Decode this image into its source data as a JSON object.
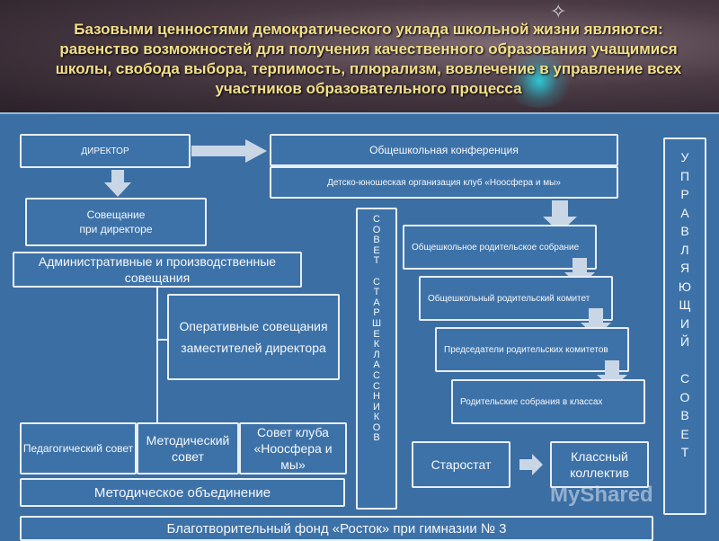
{
  "title": "Базовыми ценностями демократического уклада школьной жизни являются: равенство возможностей для получения качественного образования учащимися школы, свобода выбора, терпимость, плюрализм, вовлечение в управление всех участников образовательного процесса",
  "boxes": {
    "director": "ДИРЕКТОР",
    "meeting_1": "Совещание",
    "meeting_2": "при директоре",
    "admin": "Административные и производственные совещания",
    "oper_1": "Оперативные совещания",
    "oper_2": "заместителей директора",
    "ped_council": "Педагогический совет",
    "method_council_1": "Методический",
    "method_council_2": "совет",
    "club_council": "Совет клуба «Ноосфера и мы»",
    "method_union": "Методическое объединение",
    "charity": "Благотворительный фонд «Росток» при гимназии № 3",
    "school_conf": "Общешкольная конференция",
    "youth_org": "Детско-юношеская организация клуб «Ноосфера и мы»",
    "parent_assembly": "Общешкольное родительское собрание",
    "parent_committee": "Общешкольный родительский комитет",
    "committee_chairs": "Председатели родительских комитетов",
    "class_meetings": "Родительские собрания в классах",
    "starostat": "Старостат",
    "class_collective": "Классный коллектив",
    "senior_council": [
      "С",
      "О",
      "В",
      "Е",
      "Т",
      "",
      "С",
      "Т",
      "А",
      "Р",
      "Ш",
      "Е",
      "К",
      "Л",
      "А",
      "С",
      "С",
      "Н",
      "И",
      "К",
      "О",
      "В"
    ],
    "governing_council": [
      "У",
      "П",
      "Р",
      "А",
      "В",
      "Л",
      "Я",
      "Ю",
      "Щ",
      "И",
      "Й",
      "",
      "С",
      "О",
      "В",
      "Е",
      "Т"
    ]
  },
  "watermark": "MyShared",
  "colors": {
    "diagram_bg": "#3b6ea3",
    "box_border": "#e8eef6",
    "title": "#f4e089",
    "arrow": "#c9d6e6"
  }
}
